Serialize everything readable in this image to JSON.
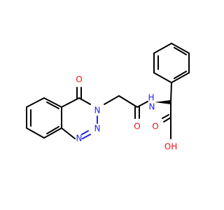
{
  "structure": {
    "atoms": {
      "carbonyl_o": "O",
      "n3": "N",
      "n2": "N",
      "n1": "N",
      "amide_n": "N",
      "amide_h": "H",
      "amide_o": "O",
      "acid_o": "O",
      "hydroxyl": "OH"
    },
    "colors": {
      "carbon": "#000000",
      "nitrogen": "#2222ee",
      "oxygen": "#ee1111"
    }
  }
}
